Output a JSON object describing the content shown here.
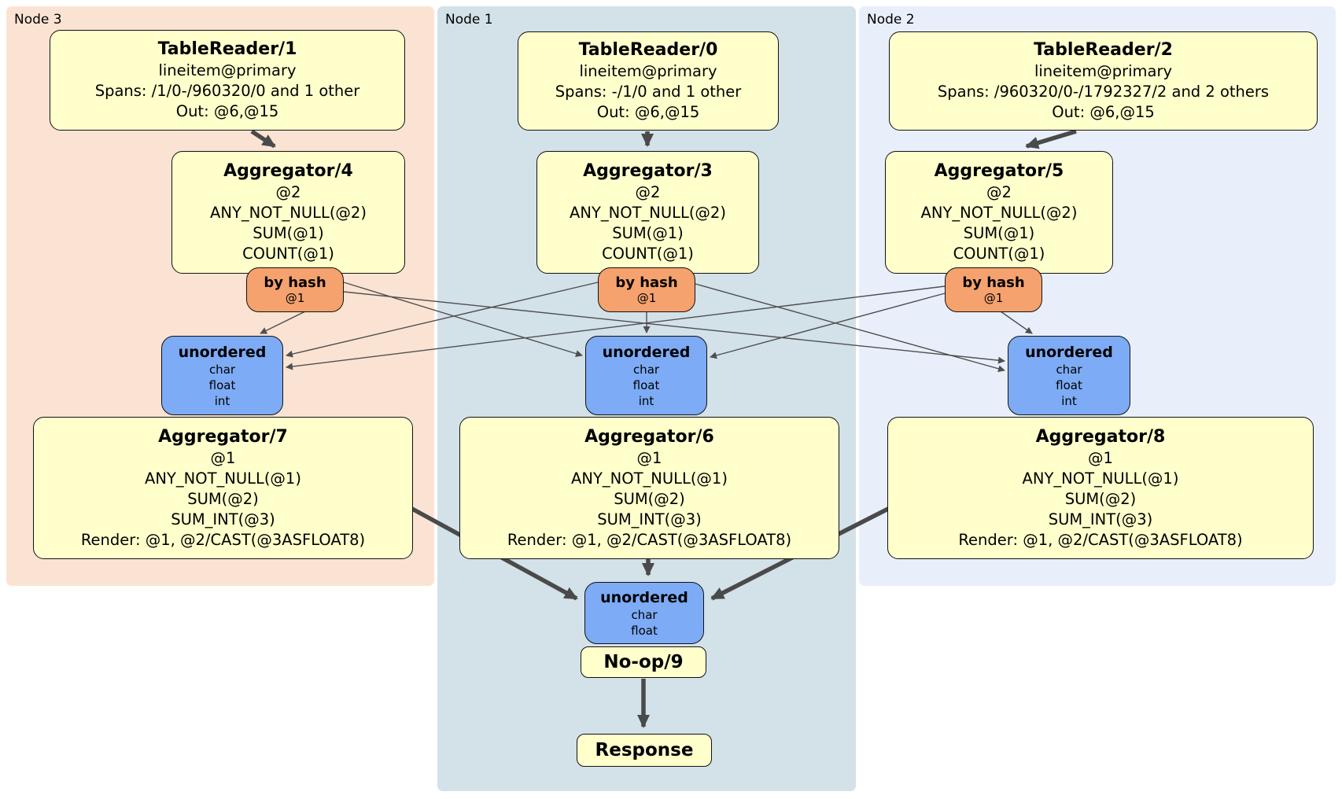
{
  "nodes": [
    {
      "label": "Node 3",
      "table_reader": {
        "title": "TableReader/1",
        "lines": [
          "lineitem@primary",
          "Spans: /1/0-/960320/0 and 1 other",
          "Out: @6,@15"
        ]
      },
      "stage1_aggregator": {
        "title": "Aggregator/4",
        "lines": [
          "@2",
          "ANY_NOT_NULL(@2)",
          "SUM(@1)",
          "COUNT(@1)"
        ]
      },
      "hash_router": {
        "title": "by hash",
        "lines": [
          "@1"
        ]
      },
      "unordered_sync": {
        "title": "unordered",
        "lines": [
          "char",
          "float",
          "int"
        ]
      },
      "stage2_aggregator": {
        "title": "Aggregator/7",
        "lines": [
          "@1",
          "ANY_NOT_NULL(@1)",
          "SUM(@2)",
          "SUM_INT(@3)",
          "Render: @1, @2/CAST(@3ASFLOAT8)"
        ]
      }
    },
    {
      "label": "Node 1",
      "table_reader": {
        "title": "TableReader/0",
        "lines": [
          "lineitem@primary",
          "Spans: -/1/0 and 1 other",
          "Out: @6,@15"
        ]
      },
      "stage1_aggregator": {
        "title": "Aggregator/3",
        "lines": [
          "@2",
          "ANY_NOT_NULL(@2)",
          "SUM(@1)",
          "COUNT(@1)"
        ]
      },
      "hash_router": {
        "title": "by hash",
        "lines": [
          "@1"
        ]
      },
      "unordered_sync": {
        "title": "unordered",
        "lines": [
          "char",
          "float",
          "int"
        ]
      },
      "stage2_aggregator": {
        "title": "Aggregator/6",
        "lines": [
          "@1",
          "ANY_NOT_NULL(@1)",
          "SUM(@2)",
          "SUM_INT(@3)",
          "Render: @1, @2/CAST(@3ASFLOAT8)"
        ]
      }
    },
    {
      "label": "Node 2",
      "table_reader": {
        "title": "TableReader/2",
        "lines": [
          "lineitem@primary",
          "Spans: /960320/0-/1792327/2 and 2 others",
          "Out: @6,@15"
        ]
      },
      "stage1_aggregator": {
        "title": "Aggregator/5",
        "lines": [
          "@2",
          "ANY_NOT_NULL(@2)",
          "SUM(@1)",
          "COUNT(@1)"
        ]
      },
      "hash_router": {
        "title": "by hash",
        "lines": [
          "@1"
        ]
      },
      "unordered_sync": {
        "title": "unordered",
        "lines": [
          "char",
          "float",
          "int"
        ]
      },
      "stage2_aggregator": {
        "title": "Aggregator/8",
        "lines": [
          "@1",
          "ANY_NOT_NULL(@1)",
          "SUM(@2)",
          "SUM_INT(@3)",
          "Render: @1, @2/CAST(@3ASFLOAT8)"
        ]
      }
    }
  ],
  "output_stage": {
    "unordered_sync": {
      "title": "unordered",
      "lines": [
        "char",
        "float"
      ]
    },
    "noop": {
      "title": "No-op/9"
    },
    "response": {
      "title": "Response"
    }
  },
  "colors": {
    "node3-bg": "#fbe3d3",
    "node1-bg": "#d3e1e9",
    "node2-bg": "#e9effa",
    "box-yellow": "#ffffcc",
    "router-orange": "#f5a26e",
    "sync-blue": "#7dabf5",
    "edge-thick": "#4a4a4a",
    "edge-thin": "#4f4f4f"
  }
}
